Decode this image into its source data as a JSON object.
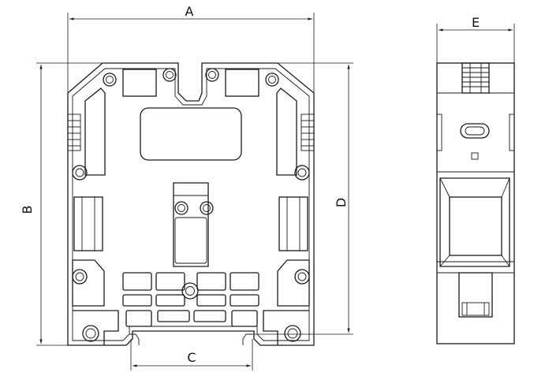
{
  "diagram": {
    "dimension_labels": {
      "a": "A",
      "b": "B",
      "c": "C",
      "d": "D",
      "e": "E"
    }
  }
}
